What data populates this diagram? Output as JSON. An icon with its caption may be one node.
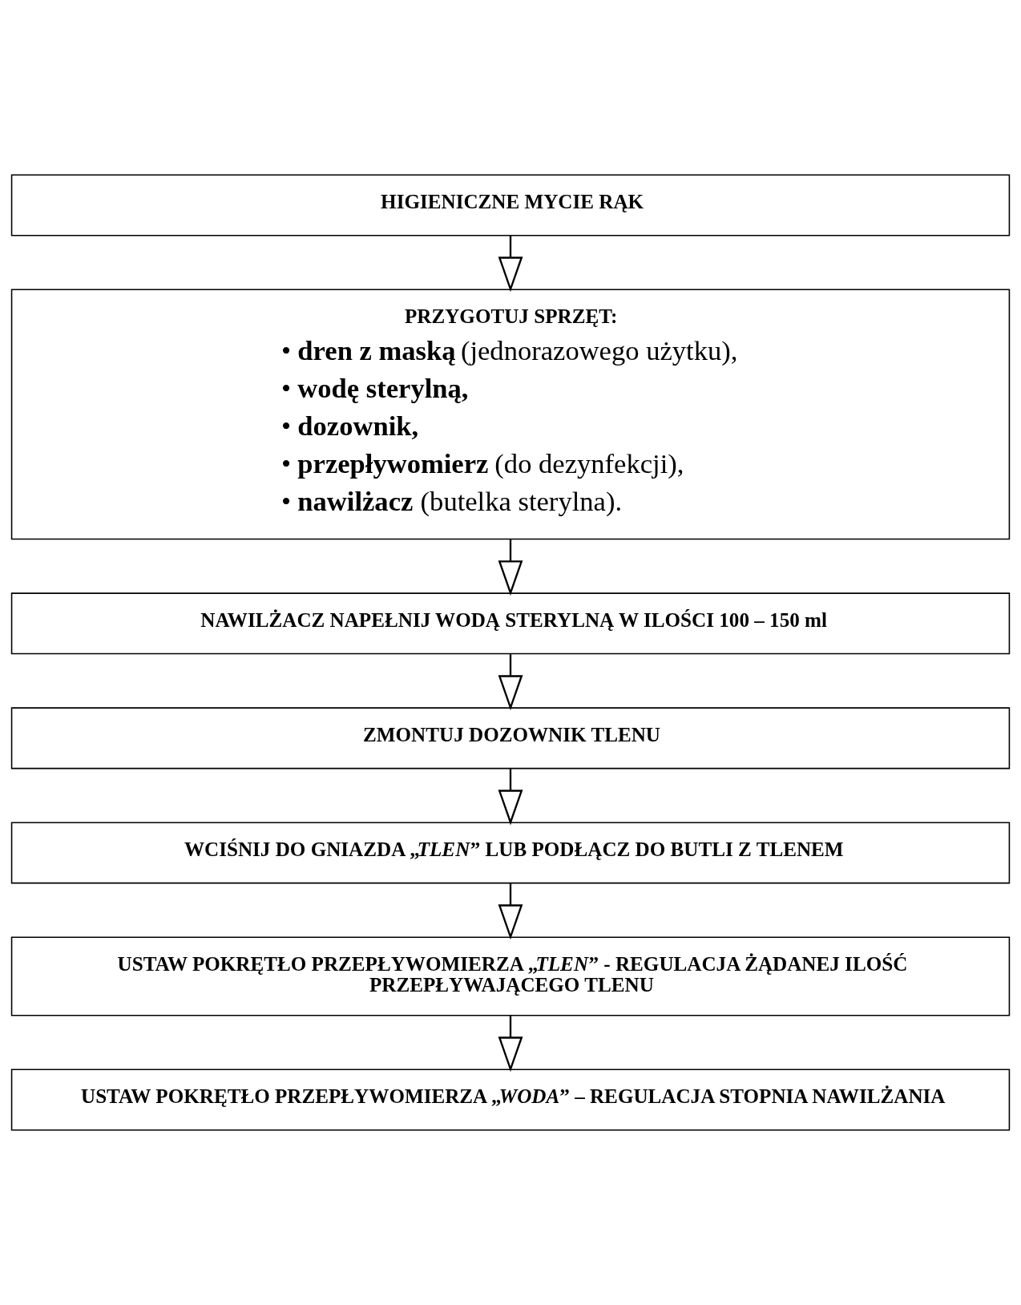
{
  "diagram": {
    "nodes": [
      {
        "text": [
          "HIGIENICZNE MYCIE RĄK"
        ]
      },
      {
        "text": [
          "PRZYGOTUJ SPRZĘT:",
          "• **dren z maską** (jednorazowego użytku),",
          "• **wodę sterylną,**",
          "• **dozownik,**",
          "• **przepływomierz** (do dezynfekcji),",
          "• **nawilżacz** (butelka sterylna)."
        ]
      },
      {
        "text": [
          "NAWILŻACZ NAPEŁNIJ WODĄ STERYLNĄ W ILOŚCI 100 – 150 ml"
        ]
      },
      {
        "text": [
          "ZMONTUJ DOZOWNIK TLENU"
        ]
      },
      {
        "text": [
          "WCIŚNIJ DO GNIAZDA „*TLEN*” LUB PODŁĄCZ DO BUTLI Z TLENEM"
        ]
      },
      {
        "text": [
          "USTAW POKRĘTŁO PRZEPŁYWOMIERZA „*TLEN*” - REGULACJA ŻĄDANEJ ILOŚĆ PRZEPŁYWAJĄCEGO TLENU"
        ]
      },
      {
        "text": [
          "USTAW POKRĘTŁO PRZEPŁYWOMIERZA „*WODA*” – REGULACJA STOPNIA NAWILŻANIA"
        ]
      }
    ],
    "edges": [
      {
        "from": 0,
        "to": 1,
        "arrow": "to"
      },
      {
        "from": 1,
        "to": 2,
        "arrow": "to"
      },
      {
        "from": 2,
        "to": 3,
        "arrow": "to"
      },
      {
        "from": 3,
        "to": 4,
        "arrow": "to"
      },
      {
        "from": 4,
        "to": 5,
        "arrow": "to"
      },
      {
        "from": 5,
        "to": 6,
        "arrow": "to"
      }
    ]
  }
}
